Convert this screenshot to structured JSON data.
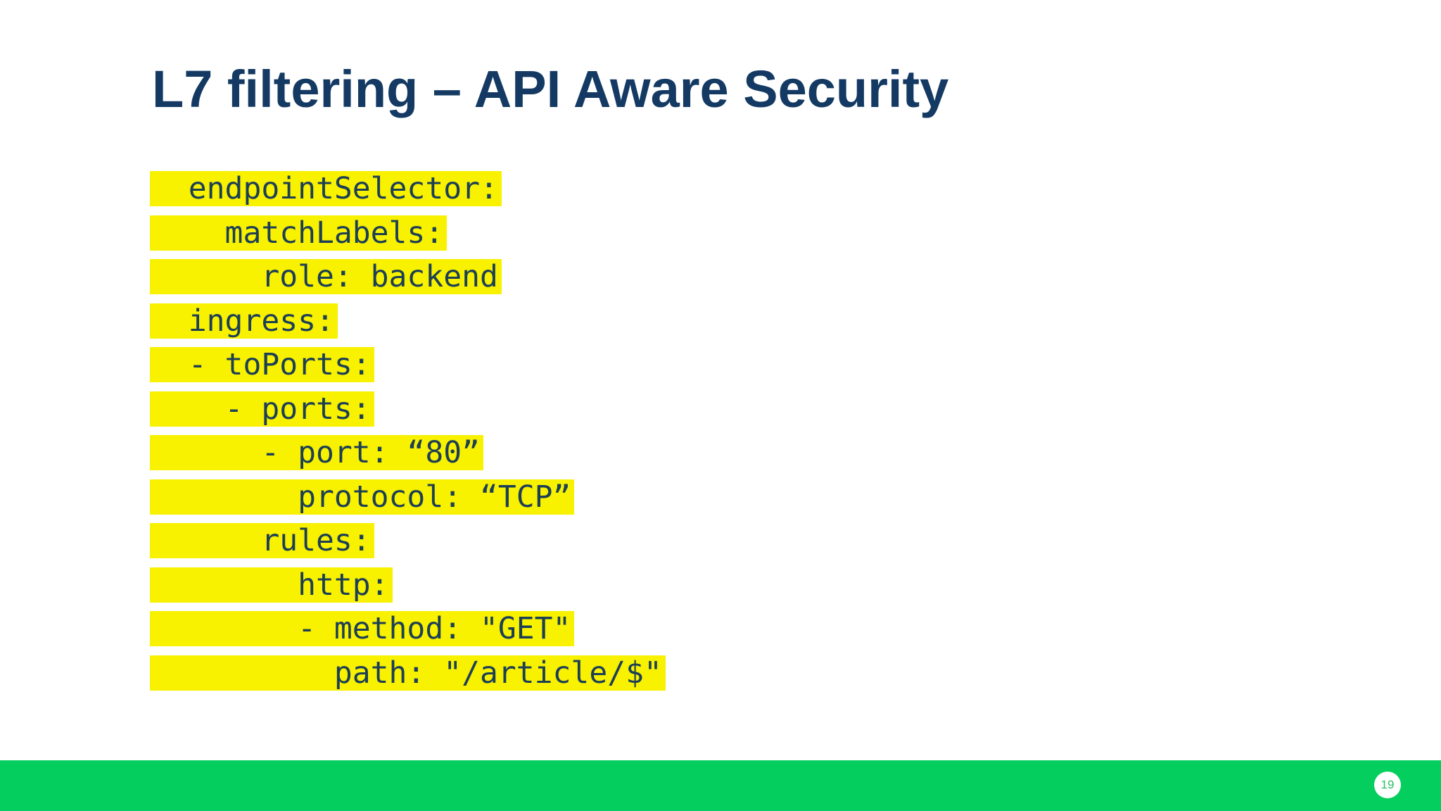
{
  "slide": {
    "title": "L7 filtering – API Aware Security"
  },
  "code": {
    "language": "yaml",
    "highlight_color": "#f8f100",
    "text_color": "#1c3f55",
    "lines": [
      "  endpointSelector:",
      "    matchLabels:",
      "      role: backend",
      "  ingress:",
      "  - toPorts:",
      "    - ports:",
      "      - port: “80”",
      "        protocol: “TCP”",
      "      rules:",
      "        http:",
      "        - method: \"GET\"",
      "          path: \"/article/$\""
    ]
  },
  "footer": {
    "bar_color": "#04cf5e",
    "page_number": "19",
    "page_number_color": "#2ebd64"
  },
  "colors": {
    "title": "#143a63",
    "background": "#ffffff"
  }
}
